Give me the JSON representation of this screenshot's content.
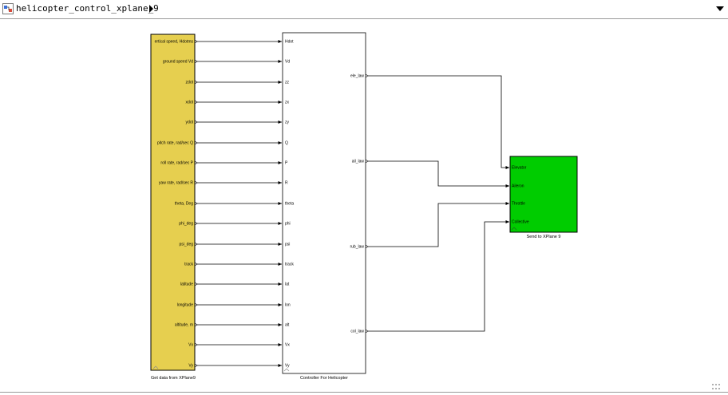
{
  "toolbar": {
    "model_title": "helicopter_control_xplane_9"
  },
  "blocks": {
    "source": {
      "name": "Get data from XPlane9",
      "fill": "#e6cf4f",
      "outputs": [
        "ertical speed, Hdotms",
        "ground speed Vd",
        "zdot",
        "xdot",
        "ydot",
        "pitch rate, rad/sec Q",
        "roll rate, rad/sec P",
        "yaw rate, rad/sec R",
        "theta, Deg",
        "phi_deg",
        "psi_deg",
        "track",
        "latitude",
        "longitude",
        "altitude, m",
        "Vx",
        "Vy"
      ]
    },
    "controller": {
      "name": "Controller For Helicopter",
      "fill": "#ffffff",
      "inputs": [
        "Hdot",
        "Vd",
        "zz",
        "zx",
        "zy",
        "Q",
        "P",
        "R",
        "theta",
        "phi",
        "psi",
        "track",
        "lat",
        "lon",
        "alt",
        "Vx",
        "Vy"
      ],
      "outputs": [
        "ele_law",
        "ail_law",
        "rub_law",
        "col_law"
      ]
    },
    "sink": {
      "name": "Send to XPlane 9",
      "fill": "#00cc00",
      "inputs": [
        "Elevator",
        "Aileron",
        "Throttle",
        "Collective"
      ]
    }
  }
}
